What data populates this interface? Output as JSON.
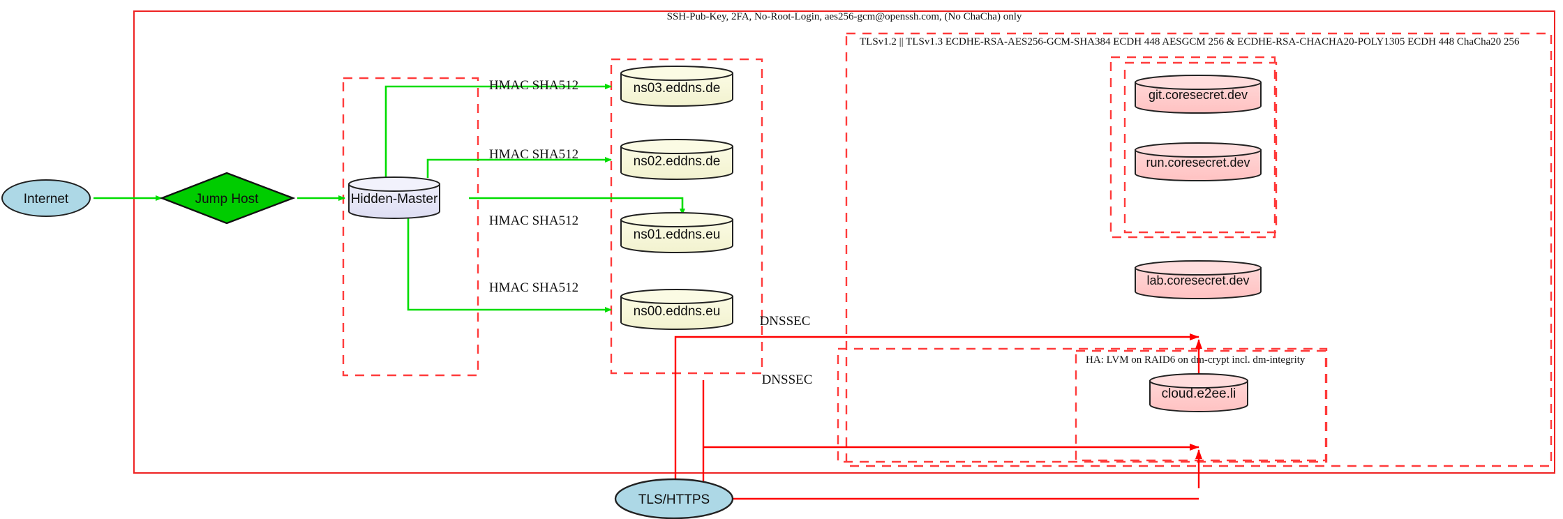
{
  "diagram": {
    "title_top": "SSH-Pub-Key, 2FA, No-Root-Login, aes256-gcm@openssh.com, (No ChaCha) only",
    "clusters": {
      "tls_policy": "TLSv1.2 || TLSv1.3 ECDHE-RSA-AES256-GCM-SHA384 ECDH 448 AESGCM 256 & ECDHE-RSA-CHACHA20-POLY1305 ECDH 448 ChaCha20 256",
      "ha_storage": "HA: LVM on RAID6 on dm-crypt incl. dm-integrity"
    },
    "nodes": {
      "internet": "Internet",
      "jump_host": "Jump Host",
      "hidden_master": "Hidden-Master",
      "ns03": "ns03.eddns.de",
      "ns02": "ns02.eddns.de",
      "ns01": "ns01.eddns.eu",
      "ns00": "ns00.eddns.eu",
      "git": "git.coresecret.dev",
      "run": "run.coresecret.dev",
      "lab": "lab.coresecret.dev",
      "cloud": "cloud.e2ee.li",
      "tls_https": "TLS/HTTPS"
    },
    "edge_labels": {
      "hmac_ns03": "HMAC SHA512",
      "hmac_ns02": "HMAC SHA512",
      "hmac_ns01": "HMAC SHA512",
      "hmac_ns00": "HMAC SHA512",
      "dnssec_upper": "DNSSEC",
      "dnssec_lower": "DNSSEC"
    },
    "colors": {
      "boundary_red": "#ee2222",
      "dashed_red": "#ff3b3b",
      "edge_green": "#00dd00",
      "edge_red": "#ff0000",
      "node_blue_fill": "#add8e6",
      "node_green_fill": "#00cc00",
      "node_lavender_fill": "#e6e6fa",
      "node_cream_fill": "#f5f5dc",
      "node_pink_fill": "#ffcccc",
      "node_stroke": "#222222"
    }
  }
}
